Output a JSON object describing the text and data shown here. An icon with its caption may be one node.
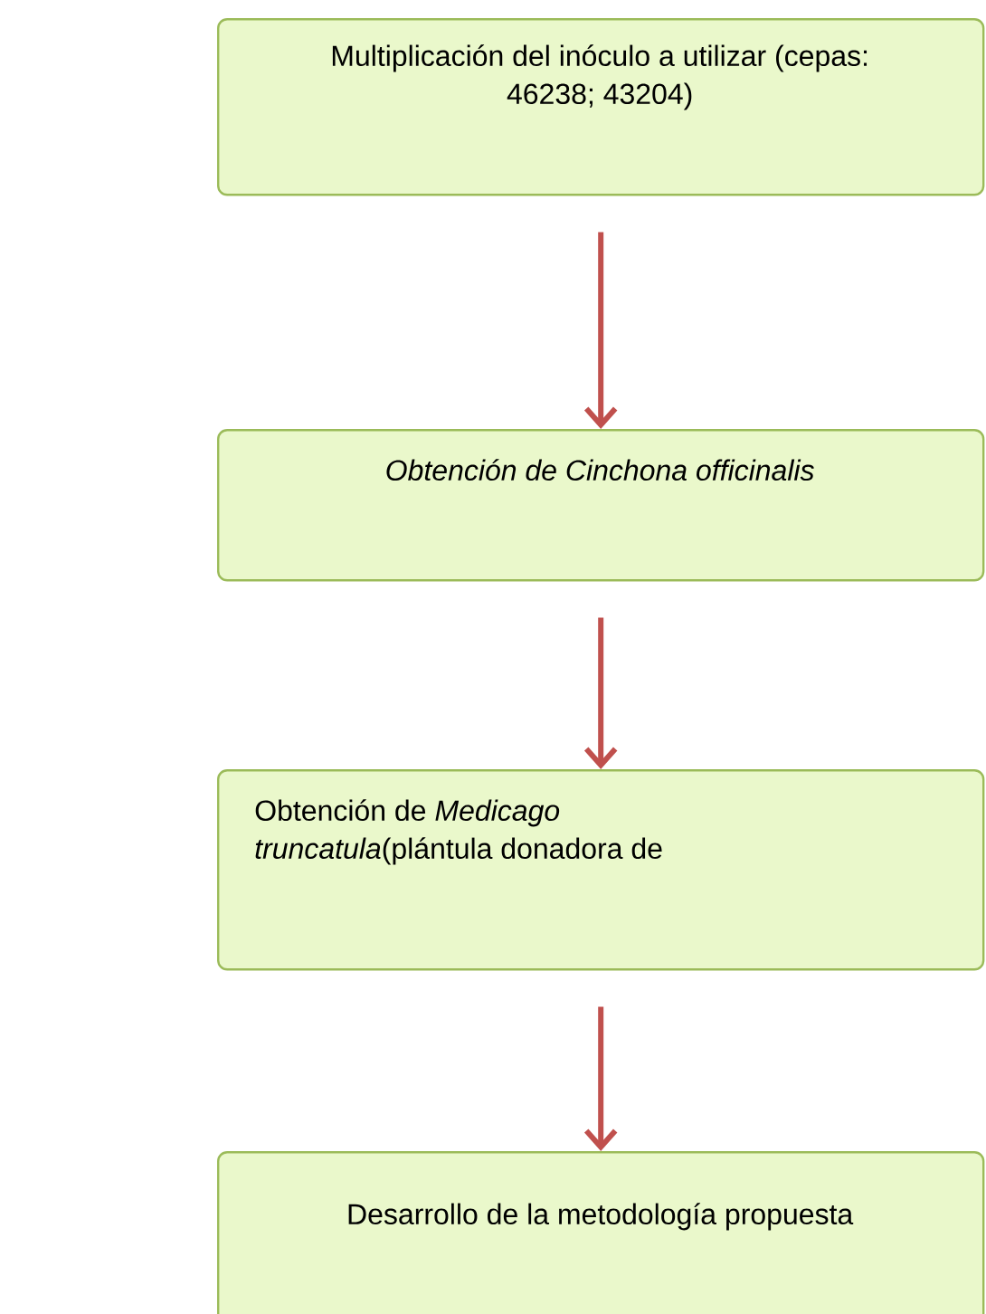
{
  "diagram": {
    "nodes": [
      {
        "text": [
          "Multiplicación del inóculo a utilizar (cepas: 46238; 43204)"
        ]
      },
      {
        "text": [
          "Obtención de Cinchona officinalis"
        ]
      },
      {
        "text": [
          "Obtención de *Medicago truncatula*(plántula donadora de"
        ]
      },
      {
        "text": [
          "Desarrollo de la metodología propuesta"
        ]
      }
    ],
    "edges": [
      {
        "from": 0,
        "to": 1,
        "arrow": "to"
      },
      {
        "from": 1,
        "to": 2,
        "arrow": "to"
      },
      {
        "from": 2,
        "to": 3,
        "arrow": "to"
      }
    ]
  }
}
